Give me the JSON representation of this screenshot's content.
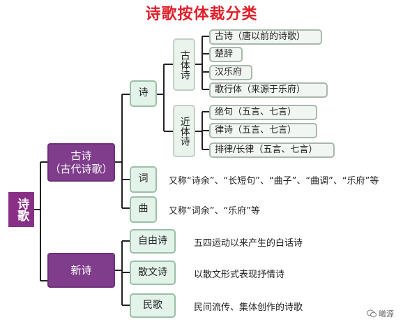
{
  "title": "诗歌按体裁分类",
  "root": "诗歌",
  "gushi": {
    "line1": "古诗",
    "line2": "（古代诗歌）"
  },
  "xinshi": "新诗",
  "shi": "诗",
  "ci": {
    "label": "词",
    "desc": "又称“诗余”、“长短句”、“曲子”、“曲调”、“乐府”等"
  },
  "qu": {
    "label": "曲",
    "desc": "又称“词余”、“乐府”等"
  },
  "guti": {
    "label": "古体诗",
    "items": [
      "古诗（唐以前的诗歌）",
      "楚辞",
      "汉乐府",
      "歌行体（来源于乐府）"
    ]
  },
  "jinti": {
    "label": "近体诗",
    "items": [
      "绝句（五言、七言）",
      "律诗（五言、七言）",
      "排律/长律（五言、七言）"
    ]
  },
  "new_items": [
    {
      "label": "自由诗",
      "desc": "五四运动以来产生的白话诗"
    },
    {
      "label": "散文诗",
      "desc": "以散文形式表现抒情诗"
    },
    {
      "label": "民歌",
      "desc": "民间流传、集体创作的诗歌"
    }
  ],
  "watermark": "曦源"
}
